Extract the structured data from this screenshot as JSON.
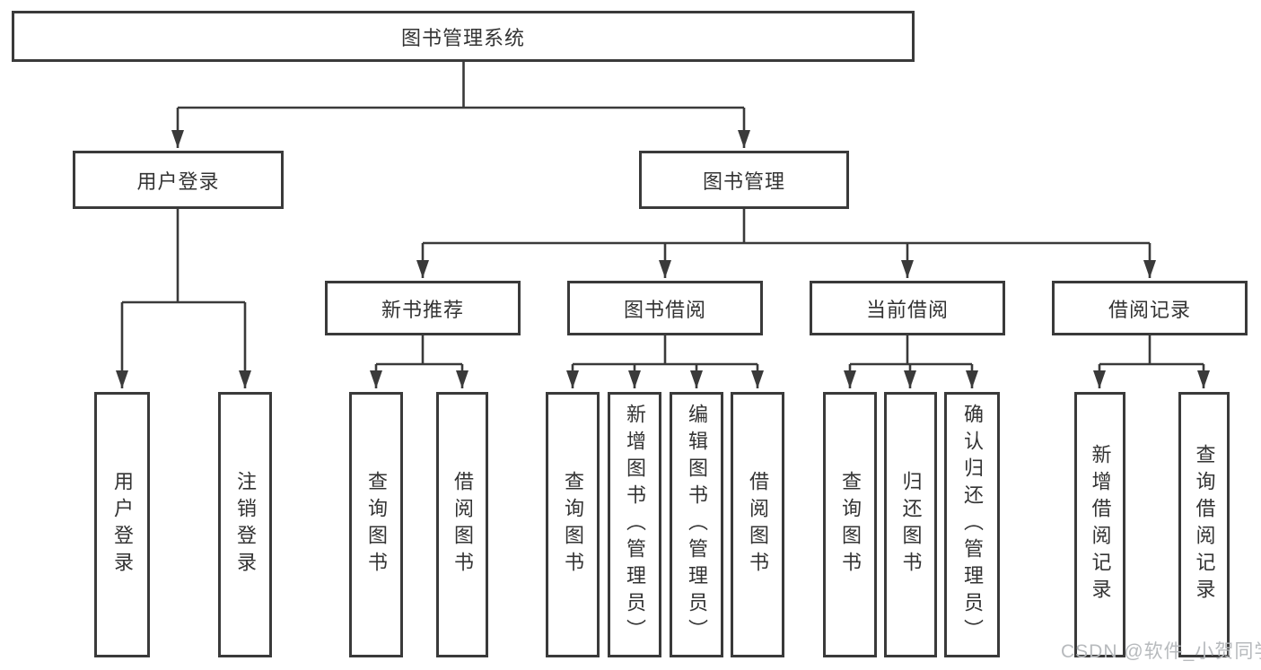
{
  "diagram": {
    "root": {
      "label": "图书管理系统"
    },
    "branches": [
      {
        "label": "用户登录",
        "children": [
          "用户登录",
          "注销登录"
        ]
      },
      {
        "label": "图书管理",
        "children": [
          {
            "label": "新书推荐",
            "children": [
              "查询图书",
              "借阅图书"
            ]
          },
          {
            "label": "图书借阅",
            "children": [
              "查询图书",
              "新增图书（管理员）",
              "编辑图书（管理员）",
              "借阅图书"
            ]
          },
          {
            "label": "当前借阅",
            "children": [
              "查询图书",
              "归还图书",
              "确认归还（管理员）"
            ]
          },
          {
            "label": "借阅记录",
            "children": [
              "新增借阅记录",
              "查询借阅记录"
            ]
          }
        ]
      }
    ]
  },
  "watermark": "CSDN @软件_小贺同学",
  "colors": {
    "line": "#3a3a3a",
    "text": "#333333",
    "box_background": "#ffffff",
    "page_background": "#ffffff",
    "watermark": "#b7babd"
  }
}
